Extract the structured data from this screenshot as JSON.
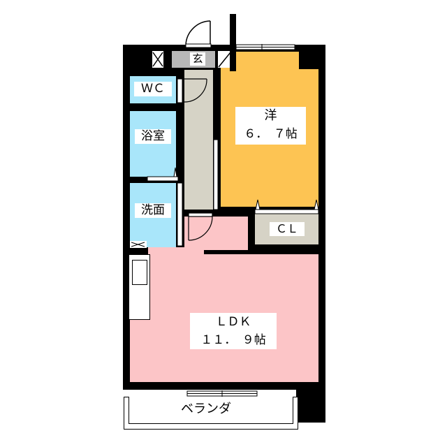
{
  "floorplan": {
    "rooms": [
      {
        "id": "western",
        "name": "洋",
        "size": "6．7帖",
        "color": "#FDC453"
      },
      {
        "id": "ldk",
        "name": "ＬＤＫ",
        "size": "１１．９帖",
        "color": "#FCC5C7"
      },
      {
        "id": "wc",
        "name": "ＷＣ",
        "color": "#A9E6FA"
      },
      {
        "id": "bath",
        "name": "浴室",
        "color": "#A9E6FA"
      },
      {
        "id": "washroom",
        "name": "洗面",
        "color": "#A9E6FA"
      },
      {
        "id": "entrance",
        "name": "玄",
        "color": "#B8B8B8"
      },
      {
        "id": "closet",
        "name": "ＣＬ",
        "color": "#D6D3C6"
      },
      {
        "id": "hallway",
        "color": "#D6D3C6"
      },
      {
        "id": "balcony",
        "name": "ベランダ",
        "color": "#FFFFFF"
      }
    ],
    "labels": {
      "western_name": "洋",
      "western_size": "６．　７帖",
      "ldk_name": "ＬＤＫ",
      "ldk_size": "１１．　９帖",
      "wc": "ＷＣ",
      "bath": "浴室",
      "washroom": "洗面",
      "entrance": "玄",
      "closet": "ＣＬ",
      "balcony": "ベランダ"
    },
    "colors": {
      "wall": "#000000",
      "western": "#FDC453",
      "ldk": "#FCC5C7",
      "wet": "#A9E6FA",
      "hall": "#D6D3C6",
      "entrance": "#B8B8B8"
    }
  }
}
